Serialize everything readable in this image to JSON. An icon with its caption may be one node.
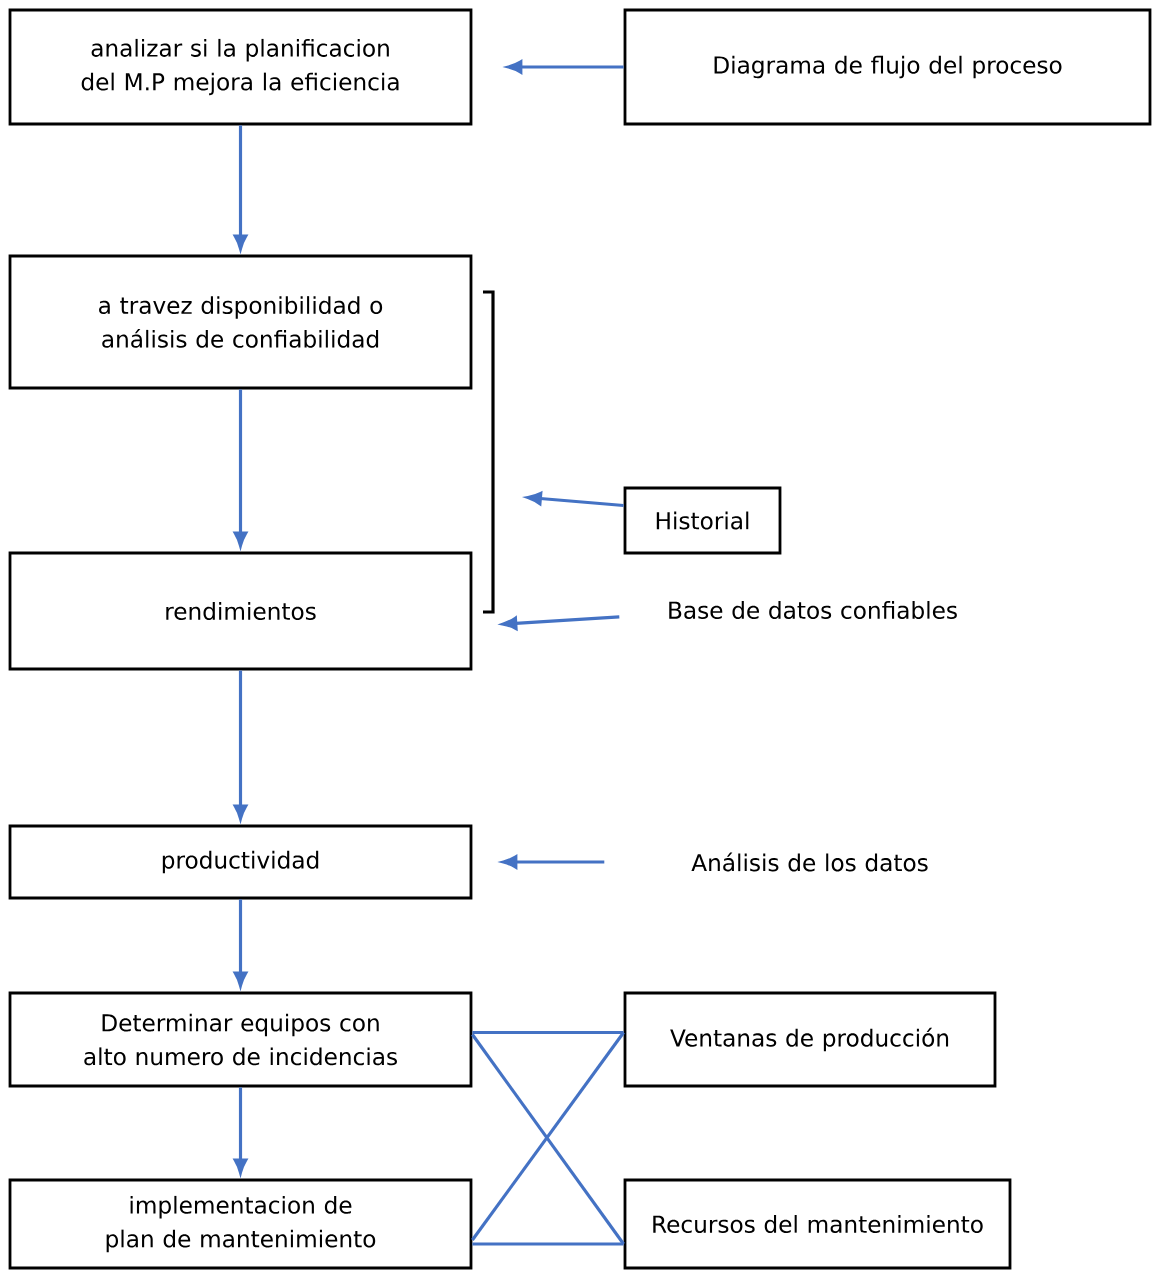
{
  "diagram": {
    "nodes": [
      {
        "text": [
          "analizar si la planificacion del M.P mejora la eficiencia"
        ]
      },
      {
        "text": [
          "Diagrama de flujo del proceso"
        ]
      },
      {
        "text": [
          "a travez disponibilidad o análisis de confiabilidad"
        ]
      },
      {
        "text": [
          "rendimientos"
        ]
      },
      {
        "text": [
          "Historial"
        ]
      },
      {
        "text": [
          "Base de datos confiables"
        ]
      },
      {
        "text": [
          "productividad"
        ]
      },
      {
        "text": [
          "Análisis de los datos"
        ]
      },
      {
        "text": [
          "Determinar equipos con alto numero de incidencias"
        ]
      },
      {
        "text": [
          "Ventanas de producción"
        ]
      },
      {
        "text": [
          "implementacion de plan de mantenimiento"
        ]
      },
      {
        "text": [
          "Recursos del mantenimiento"
        ]
      }
    ],
    "edges": [
      {
        "from": 1,
        "to": 0,
        "arrow": "to"
      },
      {
        "from": 0,
        "to": 2,
        "arrow": "to"
      },
      {
        "from": 2,
        "to": 3,
        "arrow": "to"
      },
      {
        "from": 4,
        "to": null,
        "arrow": "to"
      },
      {
        "from": 5,
        "to": 3,
        "arrow": "to"
      },
      {
        "from": 3,
        "to": 6,
        "arrow": "to"
      },
      {
        "from": 7,
        "to": 6,
        "arrow": "to"
      },
      {
        "from": 6,
        "to": 8,
        "arrow": "to"
      },
      {
        "from": 8,
        "to": 10,
        "arrow": "to"
      },
      {
        "from": 8,
        "to": 9,
        "arrow": "none"
      },
      {
        "from": 8,
        "to": 11,
        "arrow": "none"
      },
      {
        "from": 10,
        "to": 9,
        "arrow": "none"
      },
      {
        "from": 10,
        "to": 11,
        "arrow": "none"
      }
    ]
  }
}
